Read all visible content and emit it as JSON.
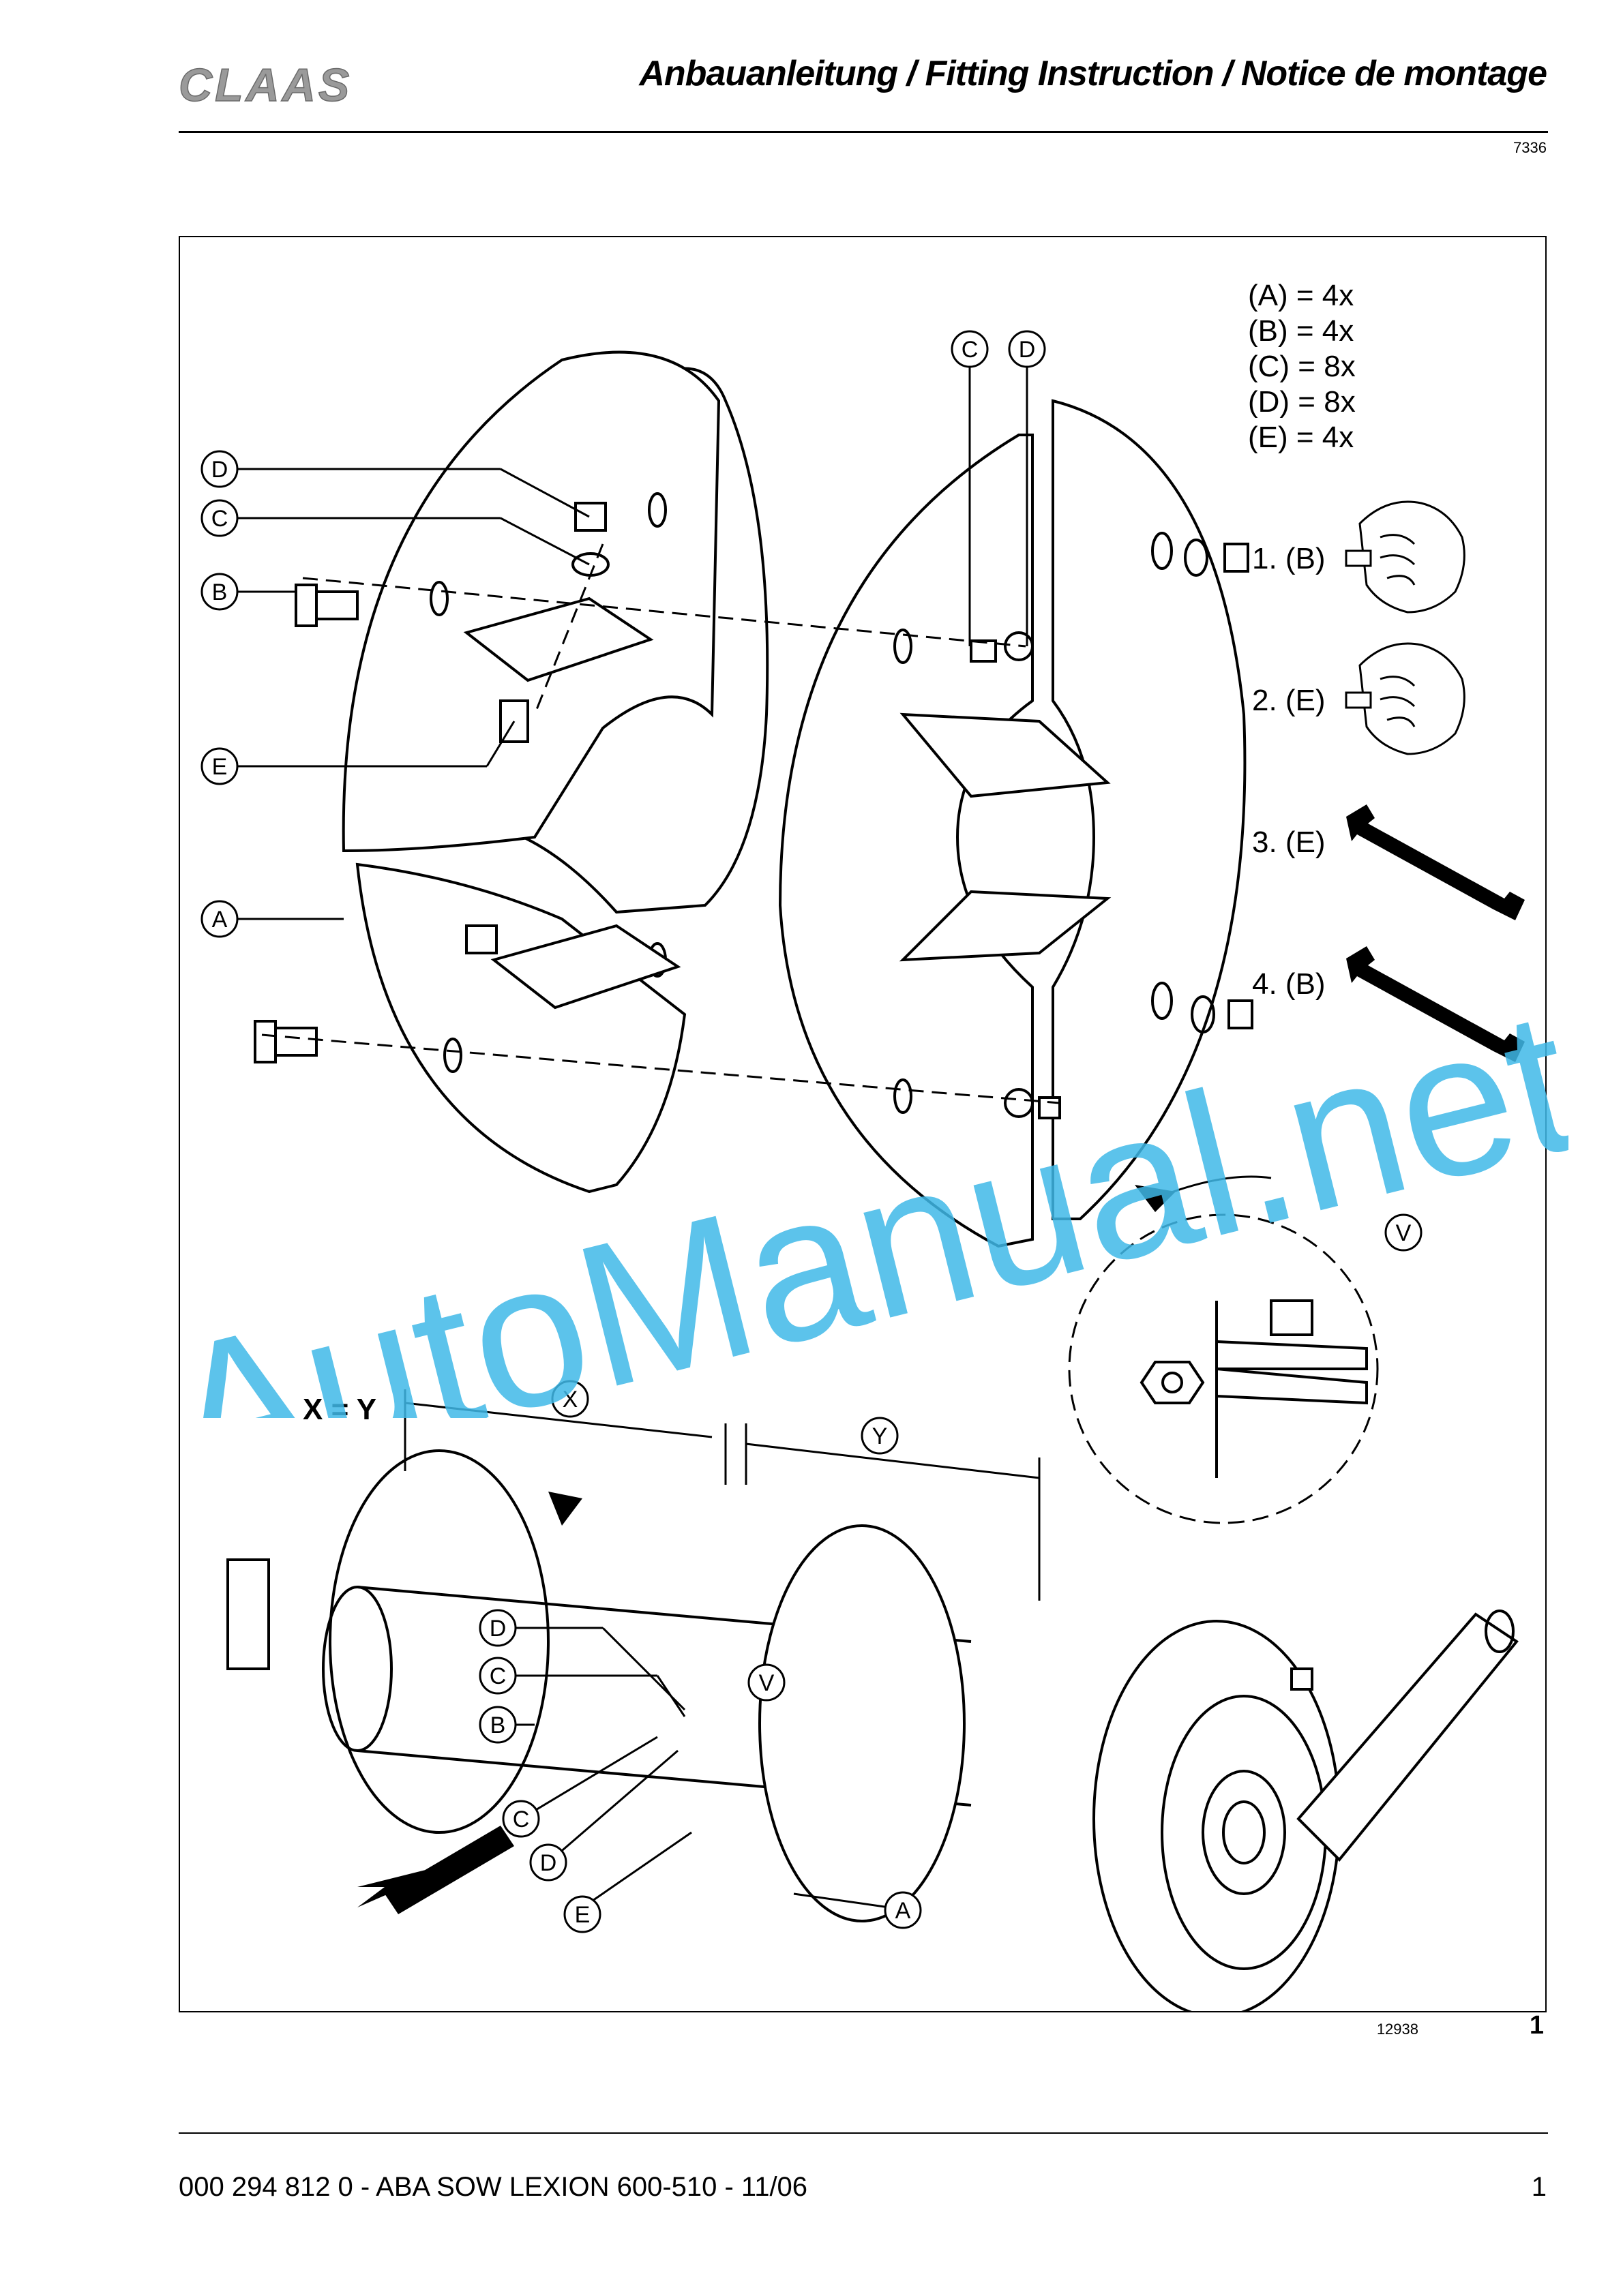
{
  "header": {
    "logo_text": "CLAAS",
    "title": "Anbauanleitung / Fitting Instruction / Notice de montage",
    "doc_id": "7336"
  },
  "figure": {
    "parts": [
      "(A) = 4x",
      "(B) = 4x",
      "(C) = 8x",
      "(D) = 8x",
      "(E) = 4x"
    ],
    "steps": [
      "1. (B)",
      "2. (E)",
      "3. (E)",
      "4. (B)"
    ],
    "callouts": {
      "a": "A",
      "b": "B",
      "c": "C",
      "d": "D",
      "e": "E",
      "v": "V",
      "x": "X",
      "y": "Y"
    },
    "equation": "X = Y",
    "number": "12938",
    "index": "1"
  },
  "watermark": "AutoManual.net",
  "footer": {
    "text": "000 294 812 0 - ABA SOW LEXION 600-510 - 11/06",
    "page": "1"
  },
  "colors": {
    "watermark": "#3fb8e8",
    "ink": "#000000"
  }
}
